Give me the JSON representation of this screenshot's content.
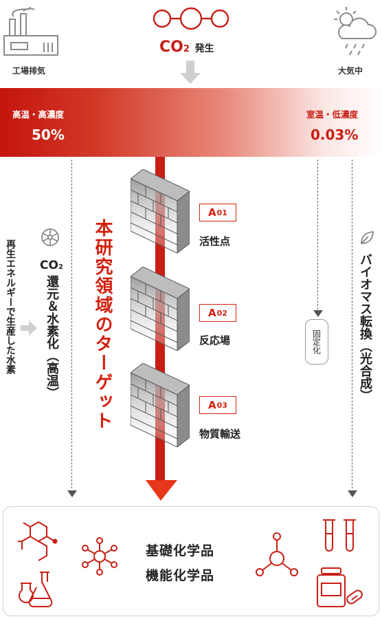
{
  "header": {
    "factory_label": "工場排気",
    "air_label": "大気中",
    "co2": {
      "main": "CO",
      "sub": "2",
      "rest": "発生"
    }
  },
  "band": {
    "left_title": "高温・高濃度",
    "left_value": "50%",
    "right_title": "室温・低濃度",
    "right_value": "0.03%"
  },
  "target_text": "本研究領域のターゲット",
  "left": {
    "side_text": "再生エネルギーで生産した水素",
    "title_main": "CO",
    "title_sub": "2",
    "title_rest": "還元＆水素化（高温）"
  },
  "right": {
    "title": "バイオマス転換（光合成）",
    "fixed_label": "固定化"
  },
  "areas": [
    {
      "tag": "A",
      "num": "01",
      "label": "活性点"
    },
    {
      "tag": "A",
      "num": "02",
      "label": "反応場"
    },
    {
      "tag": "A",
      "num": "03",
      "label": "物質輸送"
    }
  ],
  "products": {
    "line1": "基礎化学品",
    "line2": "機能化学品"
  },
  "colors": {
    "accent": "#d2200f",
    "gray": "#9e9e9e"
  },
  "icons": [
    "factory-icon",
    "co2-molecule-icon",
    "cloud-rain-icon",
    "hydrogen-icon",
    "leaf-icon",
    "hexagon-molecule-icon",
    "flask-icon",
    "molecule-network-icon",
    "molecule-triangle-icon",
    "test-tubes-icon",
    "medicine-bottle-icon"
  ]
}
